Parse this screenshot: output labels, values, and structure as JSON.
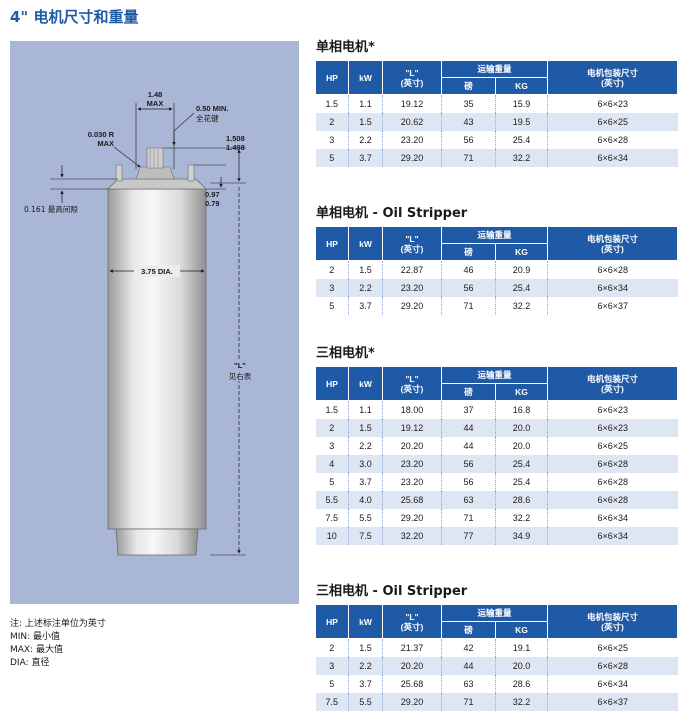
{
  "page_title": "4\" 电机尺寸和重量",
  "diagram": {
    "labels": {
      "max_148": "1.48",
      "max_word": "MAX",
      "min_050": "0.50 MIN.",
      "spline": "全花键",
      "r_030": "0.030 R",
      "r_max": "MAX",
      "dim_1508": "1.508",
      "dim_1498": "1.498",
      "dim_097": "0.97",
      "dim_079": "0.79",
      "clearance": "0.161 最高间隙",
      "dia": "3.75 DIA.",
      "l_label": "\"L\"",
      "l_ref": "见右表"
    }
  },
  "notes": [
    "注: 上述标注单位为英寸",
    "MIN: 最小值",
    "MAX: 最大值",
    "DIA: 直径"
  ],
  "header": {
    "hp": "HP",
    "kw": "kW",
    "l_top": "\"L\"",
    "l_bottom": "(英寸)",
    "weight": "运输重量",
    "lb": "磅",
    "kg": "KG",
    "pkg_top": "电机包装尺寸",
    "pkg_bottom": "(英寸)"
  },
  "tables": [
    {
      "title": "单相电机*",
      "rows": [
        [
          "1.5",
          "1.1",
          "19.12",
          "35",
          "15.9",
          "6×6×23"
        ],
        [
          "2",
          "1.5",
          "20.62",
          "43",
          "19.5",
          "6×6×25"
        ],
        [
          "3",
          "2.2",
          "23.20",
          "56",
          "25.4",
          "6×6×28"
        ],
        [
          "5",
          "3.7",
          "29.20",
          "71",
          "32.2",
          "6×6×34"
        ]
      ]
    },
    {
      "title": "单相电机 - Oil Stripper",
      "rows": [
        [
          "2",
          "1.5",
          "22.87",
          "46",
          "20.9",
          "6×6×28"
        ],
        [
          "3",
          "2.2",
          "23.20",
          "56",
          "25.4",
          "6×6×34"
        ],
        [
          "5",
          "3.7",
          "29.20",
          "71",
          "32.2",
          "6×6×37"
        ]
      ]
    },
    {
      "title": "三相电机*",
      "rows": [
        [
          "1.5",
          "1.1",
          "18.00",
          "37",
          "16.8",
          "6×6×23"
        ],
        [
          "2",
          "1.5",
          "19.12",
          "44",
          "20.0",
          "6×6×23"
        ],
        [
          "3",
          "2.2",
          "20.20",
          "44",
          "20.0",
          "6×6×25"
        ],
        [
          "4",
          "3.0",
          "23.20",
          "56",
          "25.4",
          "6×6×28"
        ],
        [
          "5",
          "3.7",
          "23.20",
          "56",
          "25.4",
          "6×6×28"
        ],
        [
          "5.5",
          "4.0",
          "25.68",
          "63",
          "28.6",
          "6×6×28"
        ],
        [
          "7.5",
          "5.5",
          "29.20",
          "71",
          "32.2",
          "6×6×34"
        ],
        [
          "10",
          "7.5",
          "32.20",
          "77",
          "34.9",
          "6×6×34"
        ]
      ]
    },
    {
      "title": "三相电机 - Oil Stripper",
      "rows": [
        [
          "2",
          "1.5",
          "21.37",
          "42",
          "19.1",
          "6×6×25"
        ],
        [
          "3",
          "2.2",
          "20.20",
          "44",
          "20.0",
          "6×6×28"
        ],
        [
          "5",
          "3.7",
          "25.68",
          "63",
          "28.6",
          "6×6×34"
        ],
        [
          "7.5",
          "5.5",
          "29.20",
          "71",
          "32.2",
          "6×6×37"
        ]
      ]
    }
  ]
}
